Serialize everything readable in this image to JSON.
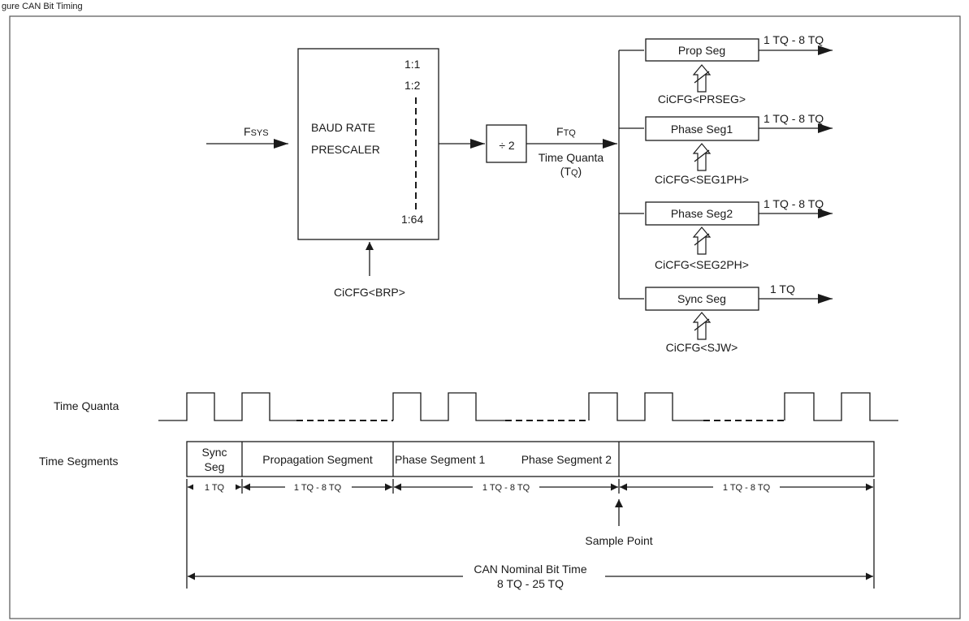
{
  "figure_title_fragment": "gure   CAN Bit Timing",
  "inputs": {
    "fsys_main": "F",
    "fsys_sub": "SYS",
    "brp_config": "CiCFG<BRP>"
  },
  "prescaler": {
    "line1": "BAUD RATE",
    "line2": "PRESCALER",
    "ratio_1": "1:1",
    "ratio_2": "1:2",
    "ratio_64": "1:64"
  },
  "divider": {
    "label": "÷ 2"
  },
  "ftq": {
    "main": "F",
    "sub": "TQ",
    "tq_line1": "Time Quanta",
    "tq_line2_pre": "(T",
    "tq_line2_sub": "Q",
    "tq_line2_post": ")"
  },
  "segments": [
    {
      "label": "Prop Seg",
      "config": "CiCFG<PRSEG>",
      "range": "1 TQ - 8 TQ"
    },
    {
      "label": "Phase Seg1",
      "config": "CiCFG<SEG1PH>",
      "range": "1 TQ - 8 TQ"
    },
    {
      "label": "Phase Seg2",
      "config": "CiCFG<SEG2PH>",
      "range": "1 TQ - 8 TQ"
    },
    {
      "label": "Sync Seg",
      "config": "CiCFG<SJW>",
      "range": "1 TQ"
    }
  ],
  "timing": {
    "time_quanta_label": "Time Quanta",
    "time_segments_label": "Time Segments",
    "sync_seg_line1": "Sync",
    "sync_seg_line2": "Seg",
    "propagation_segment": "Propagation Segment",
    "phase_segment_1": "Phase Segment 1",
    "phase_segment_2": "Phase Segment 2",
    "span_sync": "1 TQ",
    "span_prop": "1 TQ - 8 TQ",
    "span_ph1": "1 TQ - 8 TQ",
    "span_ph2": "1 TQ - 8 TQ",
    "sample_point": "Sample Point",
    "nominal_line1": "CAN Nominal Bit Time",
    "nominal_line2": "8 TQ - 25 TQ"
  }
}
